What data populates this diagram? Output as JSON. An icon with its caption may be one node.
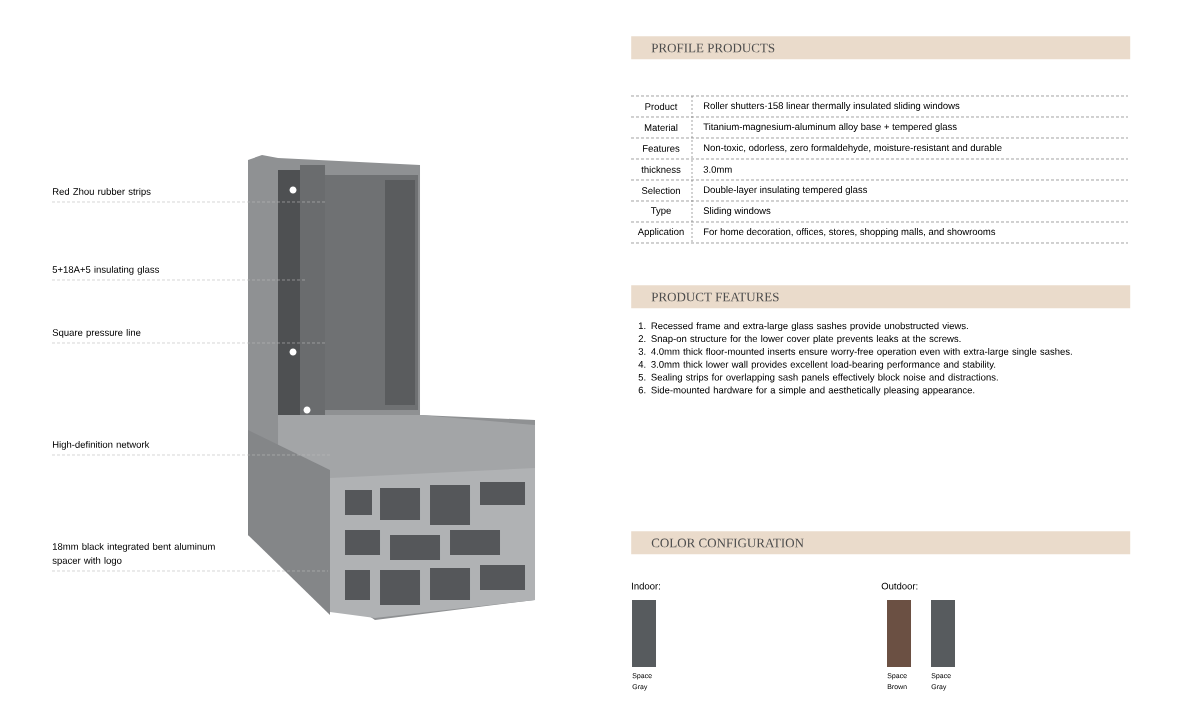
{
  "diagram": {
    "nodes": [
      {
        "text": [
          "Red Zhou rubber strips"
        ]
      },
      {
        "text": [
          "5+18A+5 insulating glass"
        ]
      },
      {
        "text": [
          "Square pressure line"
        ]
      },
      {
        "text": [
          "High-definition network"
        ]
      },
      {
        "text": [
          "18mm black integrated bent aluminum spacer with logo"
        ]
      },
      {
        "text": [],
        "shape": "picture"
      }
    ],
    "edges": [
      {
        "from": 0,
        "to": 5,
        "arrow": "none",
        "style": "dashed"
      },
      {
        "from": 1,
        "to": 5,
        "arrow": "none",
        "style": "dashed"
      },
      {
        "from": 2,
        "to": 5,
        "arrow": "none",
        "style": "dashed"
      },
      {
        "from": 3,
        "to": 5,
        "arrow": "none",
        "style": "dashed"
      },
      {
        "from": 4,
        "to": 5,
        "arrow": "none",
        "style": "dashed"
      }
    ],
    "labels": [
      "PROFILE PRODUCTS",
      "Product",
      "Roller shutters·158 linear thermally insulated sliding windows",
      "Material",
      "Titanium-magnesium-aluminum alloy base + tempered glass",
      "Features",
      "Non-toxic, odorless, zero formaldehyde, moisture-resistant and durable",
      "thickness",
      "3.0mm",
      "Selection",
      "Double-layer insulating tempered glass",
      "Type",
      "Sliding windows",
      "Application",
      "For home decoration, offices, stores, shopping malls, and showrooms",
      "PRODUCT FEATURES",
      "1. Recessed frame and extra-large glass sashes provide unobstructed views.",
      "2. Snap-on structure for the lower cover plate prevents leaks at the screws.",
      "3. 4.0mm thick floor-mounted inserts ensure worry-free operation even with extra-large single sashes.",
      "4. 3.0mm thick lower wall provides excellent load-bearing performance and stability.",
      "5. Sealing strips for overlapping sash panels effectively block noise and distractions.",
      "6. Side-mounted hardware for a simple and aesthetically pleasing appearance.",
      "COLOR CONFIGURATION",
      "Indoor:",
      "Outdoor:"
    ],
    "legend": [
      {
        "text": "Space Gray",
        "color": "#575b5e"
      },
      {
        "text": "Space Brown",
        "color": "#6b5043"
      },
      {
        "text": "Space Gray",
        "color": "#575b5e"
      }
    ]
  }
}
